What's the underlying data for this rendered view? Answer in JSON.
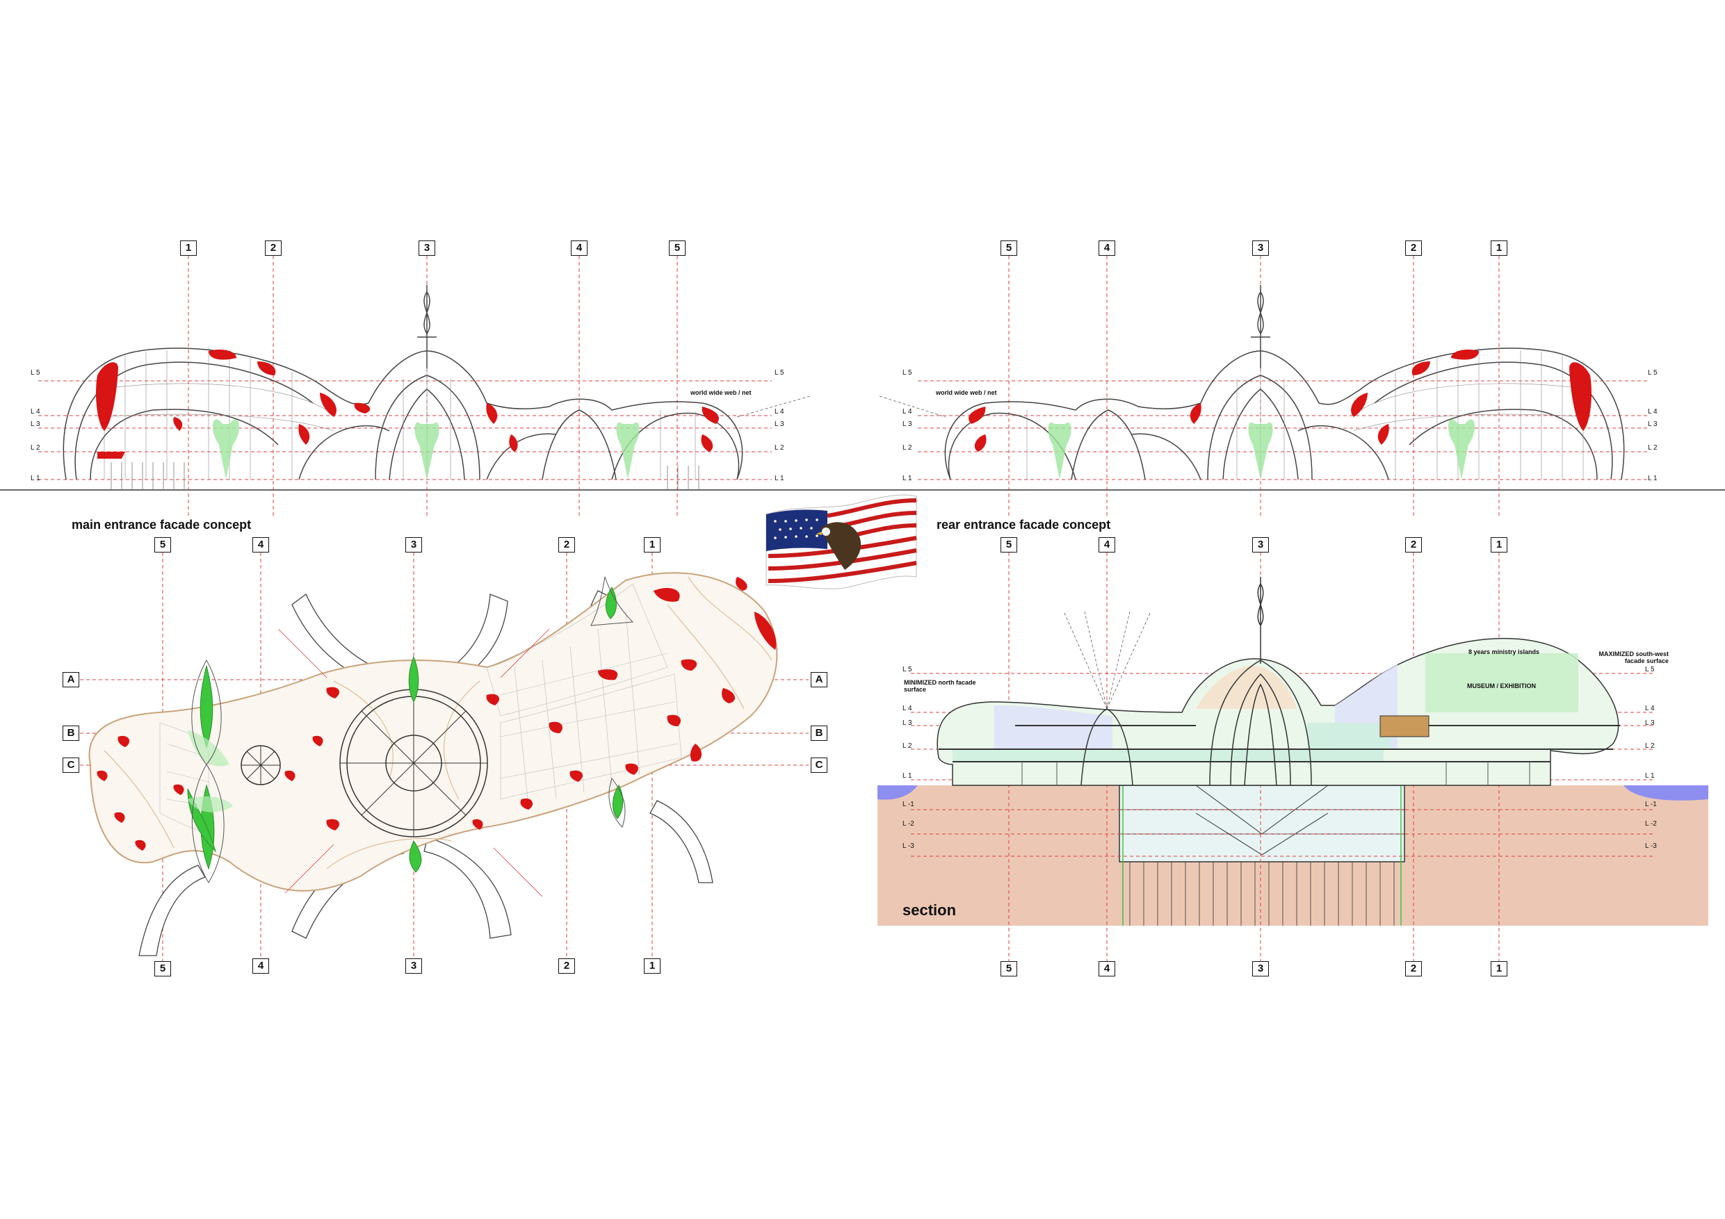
{
  "titles": {
    "main_facade": "main entrance facade concept",
    "rear_facade": "rear entrance facade concept",
    "section": "section"
  },
  "axis_labels": [
    "1",
    "2",
    "3",
    "4",
    "5"
  ],
  "row_labels": [
    "A",
    "B",
    "C"
  ],
  "level_labels": {
    "facade": [
      "L 5",
      "L 4",
      "L 3",
      "L 2",
      "L 1"
    ],
    "section_above": [
      "L 5",
      "L 4",
      "L 3",
      "L 2",
      "L 1"
    ],
    "section_below": [
      "L -1",
      "L -2",
      "L -3"
    ]
  },
  "annotations": {
    "www": "world wide web / net",
    "minimized": "MINIMIZED north facade surface",
    "maximized": "MAXIMIZED south-west facade surface",
    "ministry": "8 years ministry islands",
    "museum": "MUSEUM / EXHIBITION"
  },
  "colors": {
    "grid_red": "#e23b3b",
    "panel_red": "#d81414",
    "green": "#3cc63c",
    "ground": "#ecc8b4",
    "water": "#8e8ef0",
    "line": "#333333",
    "tan": "#c9a27a"
  }
}
